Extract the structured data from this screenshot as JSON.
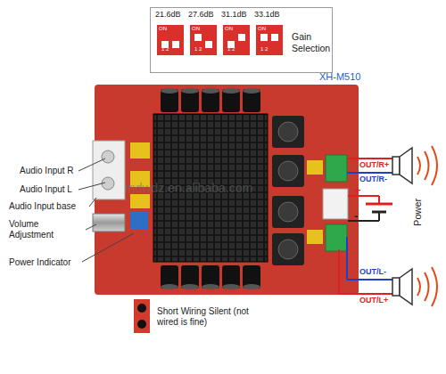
{
  "diagram": {
    "nodes": [
      {
        "text": [
          "Gain Selection"
        ]
      }
    ],
    "labels": [
      "21.6dB",
      "27.6dB",
      "31.1dB",
      "33.1dB",
      "ON",
      "1 2",
      "ON",
      "1 2",
      "ON",
      "1 2",
      "ON",
      "1 2",
      "XH-M510",
      "Audio Input R",
      "Audio Input L",
      "Audio Input base",
      "Volume Adjustment",
      "Power Indicator",
      "Short Wiring Silent (not wired is fine)",
      "OUT/R+",
      "OUT/R-",
      "+",
      "-",
      "Power",
      "OUT/L-",
      "OUT/L+",
      "mdwdz.en.alibaba.com"
    ]
  }
}
